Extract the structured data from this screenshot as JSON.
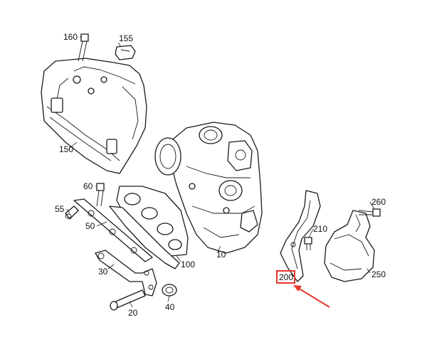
{
  "diagram": {
    "part_labels": [
      "160",
      "155",
      "150",
      "60",
      "55",
      "50",
      "100",
      "10",
      "30",
      "20",
      "40",
      "260",
      "210",
      "250",
      "200"
    ],
    "highlighted_part": "200",
    "highlight_color": "#e8352b",
    "line_color": "#1a1a1a",
    "background": "#ffffff"
  }
}
